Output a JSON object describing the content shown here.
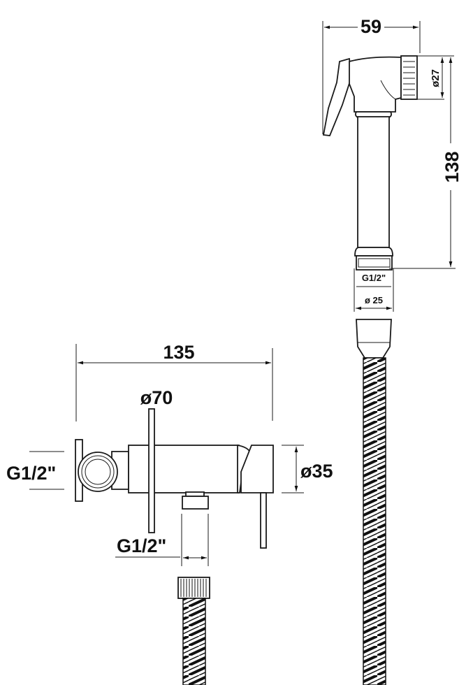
{
  "handset": {
    "width_label": "59",
    "nozzle_diameter_label": "ø27",
    "length_label": "138",
    "thread_label": "G1/2\"",
    "base_diameter_label": "ø 25"
  },
  "valve": {
    "length_label": "135",
    "flange_diameter_label": "ø70",
    "inlet_thread_label": "G1/2\"",
    "body_diameter_label": "ø35",
    "outlet_thread_label": "G1/2\""
  }
}
